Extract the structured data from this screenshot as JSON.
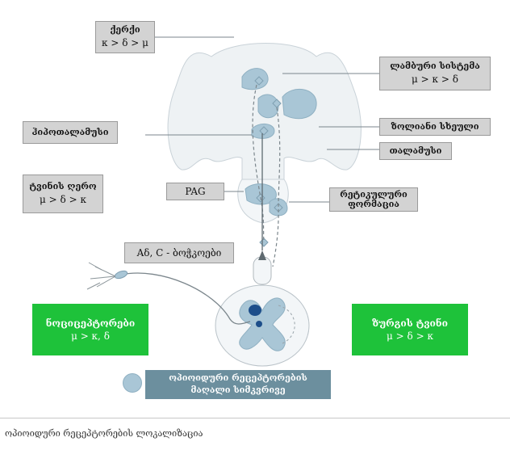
{
  "labels": {
    "cortex": {
      "title": "ქერქი",
      "order": "κ > δ > μ"
    },
    "limbic": {
      "title": "ლამბური სისტემა",
      "order": "μ > κ > δ"
    },
    "striatum": {
      "title": "ზოლიანი სხეული"
    },
    "thalamus": {
      "title": "თალამუსი"
    },
    "hypothalamus": {
      "title": "ჰიპოთალამუსი"
    },
    "brainstem": {
      "title": "ტვინის ღერო",
      "order": "μ > δ > κ"
    },
    "pag": {
      "title": "PAG"
    },
    "reticular": {
      "line1": "რეტიკულური",
      "line2": "ფორმაცია"
    },
    "fibers": {
      "title": "Aδ, C - ბოჭკოები"
    },
    "nociceptors": {
      "title": "ნოციცეპტორები",
      "order": "μ > κ, δ"
    },
    "spinal": {
      "title": "ზურგის ტვინი",
      "order": "μ > δ > κ"
    }
  },
  "legend": {
    "line1": "ოპიოიდური რეცეპტორების",
    "line2": "მაღალი სიმკვრივე"
  },
  "caption": "ოპიოიდური რეცეპტორების ლოკალიზაცია",
  "colors": {
    "label_gray": "#d3d3d3",
    "green": "#1ec23a",
    "legend_teal": "#6c8f9e",
    "receptor_blue": "#a9c6d6",
    "brain_fill": "#eef2f4"
  }
}
